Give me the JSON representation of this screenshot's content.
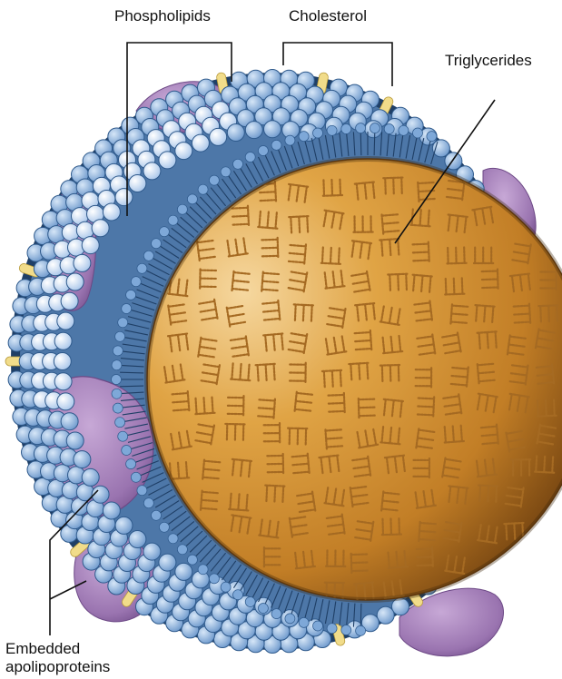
{
  "labels": {
    "phospholipids": "Phospholipids",
    "cholesterol": "Cholesterol",
    "triglycerides": "Triglycerides",
    "apolipoproteins_line1": "Embedded",
    "apolipoproteins_line2": "apolipoproteins"
  },
  "colors": {
    "core": "#d9982f",
    "core_dark": "#8a5414",
    "core_light": "#f2c57a",
    "triglyceride_glyph": "#a56a22",
    "phospholipid_head": "#7ea8d8",
    "phospholipid_head_light": "#c8dcf2",
    "phospholipid_outline": "#2f5a8c",
    "phospholipid_tail": "#1f3f66",
    "cholesterol": "#f1dc8a",
    "apolipoprotein": "#a07db5",
    "apolipoprotein_dark": "#6f4a86",
    "leader_line": "#111111"
  }
}
